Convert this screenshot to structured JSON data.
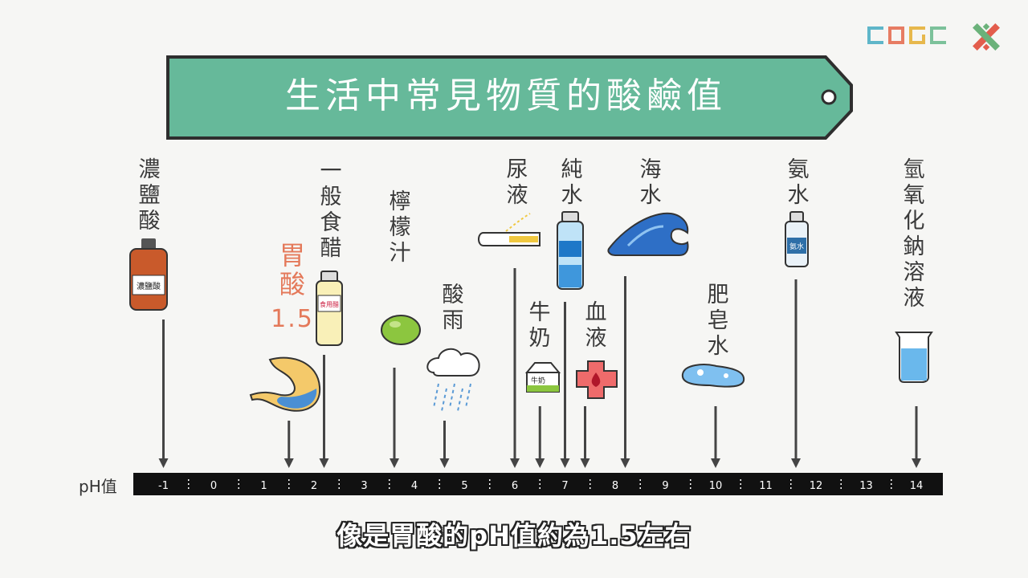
{
  "title": "生活中常見物質的酸鹼值",
  "axis_label": "pH值",
  "ticks": [
    "-1",
    "0",
    "1",
    "2",
    "3",
    "4",
    "5",
    "6",
    "7",
    "8",
    "9",
    "10",
    "11",
    "12",
    "13",
    "14"
  ],
  "items": [
    {
      "id": "hcl",
      "name": "濃鹽酸",
      "ph": -1.0,
      "icon": "acid-bottle-icon",
      "icon_text": "濃鹽酸"
    },
    {
      "id": "gastric",
      "name": "胃酸",
      "ph": 1.5,
      "icon": "stomach-icon",
      "value_text": "1.5"
    },
    {
      "id": "vinegar",
      "name": "一般食醋",
      "ph": 2.2,
      "icon": "vinegar-bottle-icon",
      "icon_text": "食用醋"
    },
    {
      "id": "lemon",
      "name": "檸檬汁",
      "ph": 3.6,
      "icon": "lemon-icon"
    },
    {
      "id": "acidrain",
      "name": "酸雨",
      "ph": 4.6,
      "icon": "rain-cloud-icon"
    },
    {
      "id": "urine",
      "name": "尿液",
      "ph": 6.0,
      "icon": "urine-cup-icon"
    },
    {
      "id": "milk",
      "name": "牛奶",
      "ph": 6.5,
      "icon": "milk-carton-icon",
      "icon_text": "牛奶"
    },
    {
      "id": "water",
      "name": "純水",
      "ph": 7.0,
      "icon": "water-bottle-icon"
    },
    {
      "id": "blood",
      "name": "血液",
      "ph": 7.4,
      "icon": "blood-cross-icon"
    },
    {
      "id": "seawater",
      "name": "海水",
      "ph": 8.2,
      "icon": "wave-icon"
    },
    {
      "id": "soap",
      "name": "肥皂水",
      "ph": 10.0,
      "icon": "soap-puddle-icon"
    },
    {
      "id": "ammonia",
      "name": "氨水",
      "ph": 11.6,
      "icon": "ammonia-bottle-icon",
      "icon_text": "氨水"
    },
    {
      "id": "naoh",
      "name": "氫氧化鈉溶液",
      "ph": 14.0,
      "icon": "beaker-icon"
    }
  ],
  "subtitle": "像是胃酸的pH值約為1.5左右",
  "colors": {
    "banner": "#66b99a",
    "highlight": "#e4795a",
    "scale_bar": "#111111"
  }
}
